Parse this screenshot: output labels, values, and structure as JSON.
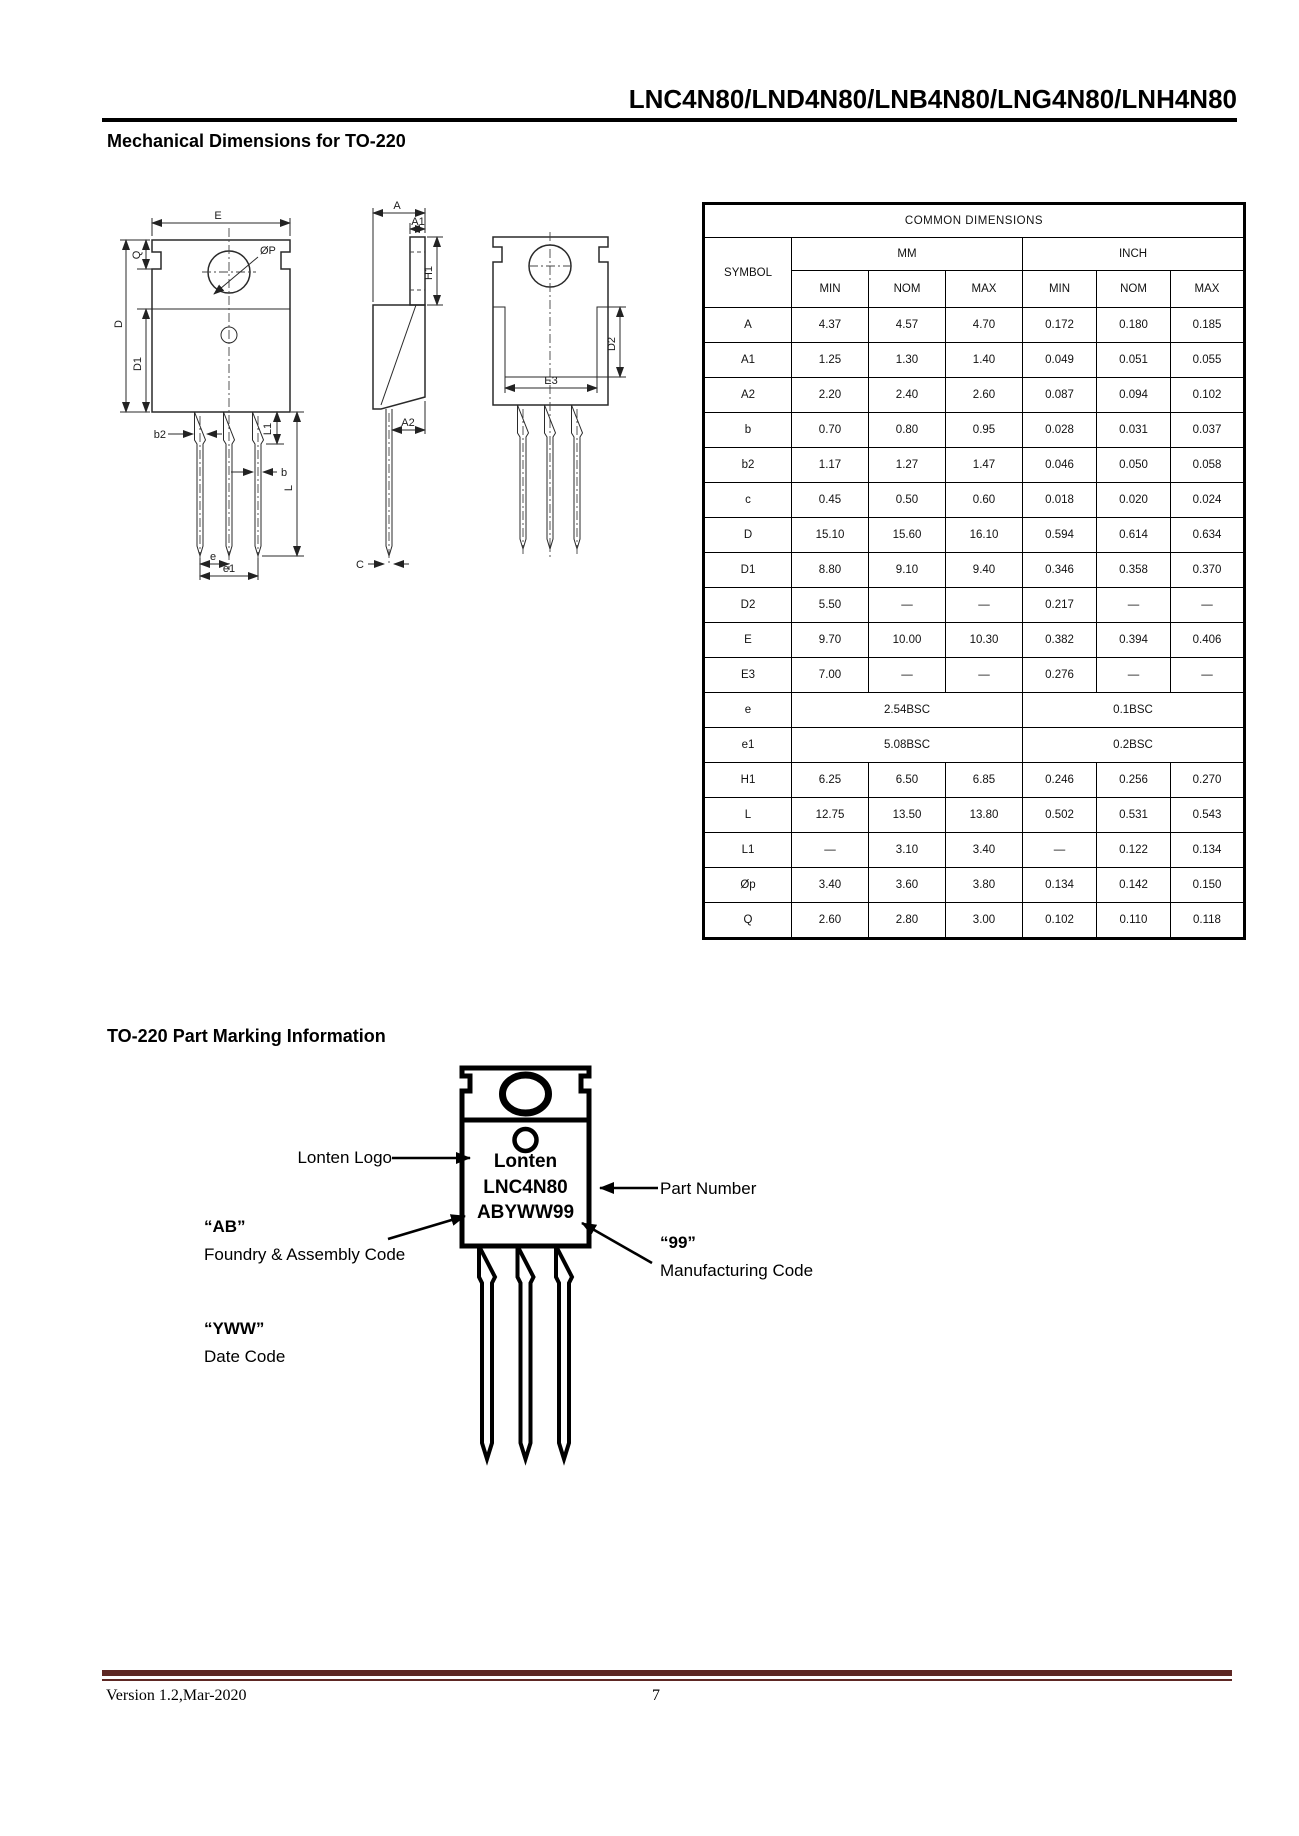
{
  "header": {
    "title": "LNC4N80/LND4N80/LNB4N80/LNG4N80/LNH4N80"
  },
  "sections": {
    "mechanical": "Mechanical Dimensions for TO-220",
    "marking": "TO-220 Part Marking Information"
  },
  "drawing_labels": {
    "front": {
      "E": "E",
      "Q": "Q",
      "phiP": "ØP",
      "D": "D",
      "D1": "D1",
      "L1": "L1",
      "b2": "b2",
      "b": "b",
      "L": "L",
      "e": "e",
      "e1": "e1"
    },
    "side": {
      "A": "A",
      "A1": "A1",
      "H1": "H1",
      "A2": "A2",
      "C": "C"
    },
    "back": {
      "D2": "D2",
      "E3": "E3"
    }
  },
  "table": {
    "title": "COMMON DIMENSIONS",
    "symbol_header": "SYMBOL",
    "units": [
      "MM",
      "INCH"
    ],
    "subheaders": [
      "MIN",
      "NOM",
      "MAX",
      "MIN",
      "NOM",
      "MAX"
    ],
    "rows": [
      {
        "symbol": "A",
        "values": [
          "4.37",
          "4.57",
          "4.70",
          "0.172",
          "0.180",
          "0.185"
        ]
      },
      {
        "symbol": "A1",
        "values": [
          "1.25",
          "1.30",
          "1.40",
          "0.049",
          "0.051",
          "0.055"
        ]
      },
      {
        "symbol": "A2",
        "values": [
          "2.20",
          "2.40",
          "2.60",
          "0.087",
          "0.094",
          "0.102"
        ]
      },
      {
        "symbol": "b",
        "values": [
          "0.70",
          "0.80",
          "0.95",
          "0.028",
          "0.031",
          "0.037"
        ]
      },
      {
        "symbol": "b2",
        "values": [
          "1.17",
          "1.27",
          "1.47",
          "0.046",
          "0.050",
          "0.058"
        ]
      },
      {
        "symbol": "c",
        "values": [
          "0.45",
          "0.50",
          "0.60",
          "0.018",
          "0.020",
          "0.024"
        ]
      },
      {
        "symbol": "D",
        "values": [
          "15.10",
          "15.60",
          "16.10",
          "0.594",
          "0.614",
          "0.634"
        ]
      },
      {
        "symbol": "D1",
        "values": [
          "8.80",
          "9.10",
          "9.40",
          "0.346",
          "0.358",
          "0.370"
        ]
      },
      {
        "symbol": "D2",
        "values": [
          "5.50",
          "—",
          "—",
          "0.217",
          "—",
          "—"
        ]
      },
      {
        "symbol": "E",
        "values": [
          "9.70",
          "10.00",
          "10.30",
          "0.382",
          "0.394",
          "0.406"
        ]
      },
      {
        "symbol": "E3",
        "values": [
          "7.00",
          "—",
          "—",
          "0.276",
          "—",
          "—"
        ]
      },
      {
        "symbol": "e",
        "mm_span": "2.54BSC",
        "inch_span": "0.1BSC"
      },
      {
        "symbol": "e1",
        "mm_span": "5.08BSC",
        "inch_span": "0.2BSC"
      },
      {
        "symbol": "H1",
        "values": [
          "6.25",
          "6.50",
          "6.85",
          "0.246",
          "0.256",
          "0.270"
        ]
      },
      {
        "symbol": "L",
        "values": [
          "12.75",
          "13.50",
          "13.80",
          "0.502",
          "0.531",
          "0.543"
        ]
      },
      {
        "symbol": "L1",
        "values": [
          "—",
          "3.10",
          "3.40",
          "—",
          "0.122",
          "0.134"
        ]
      },
      {
        "symbol": "Øp",
        "values": [
          "3.40",
          "3.60",
          "3.80",
          "0.134",
          "0.142",
          "0.150"
        ]
      },
      {
        "symbol": "Q",
        "values": [
          "2.60",
          "2.80",
          "3.00",
          "0.102",
          "0.110",
          "0.118"
        ]
      }
    ]
  },
  "marking": {
    "package_lines": [
      "Lonten",
      "LNC4N80",
      "ABYWW99"
    ],
    "callouts": {
      "logo_label": "Lonten Logo",
      "part_number_label": "Part Number",
      "foundry_code": "“AB”",
      "foundry_desc": "Foundry & Assembly Code",
      "mfg_code": "“99”",
      "mfg_desc": "Manufacturing Code",
      "date_code": "“YWW”",
      "date_desc": "Date Code"
    }
  },
  "footer": {
    "version": "Version 1.2,Mar-2020",
    "page": "7",
    "rule_color": "#5e2824"
  }
}
